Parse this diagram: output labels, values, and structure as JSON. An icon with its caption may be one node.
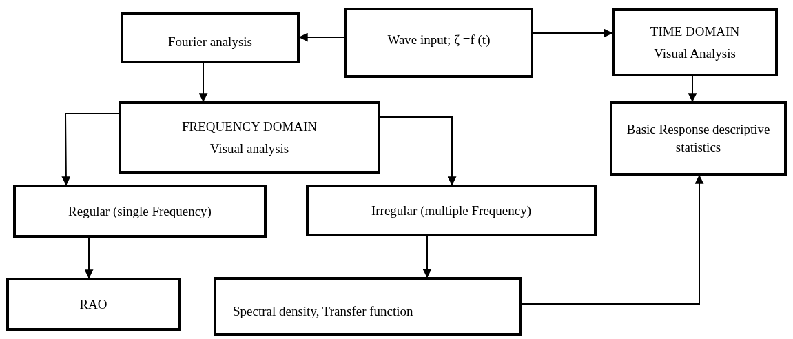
{
  "diagram": {
    "nodes": [
      {
        "text": [
          "Fourier analysis"
        ]
      },
      {
        "text": [
          "Wave input; ζ =f (t)"
        ]
      },
      {
        "text": [
          "TIME DOMAIN",
          "Visual Analysis"
        ]
      },
      {
        "text": [
          "FREQUENCY DOMAIN",
          "Visual analysis"
        ]
      },
      {
        "text": [
          "Basic Response descriptive statistics"
        ]
      },
      {
        "text": [
          "Regular (single Frequency)"
        ]
      },
      {
        "text": [
          "Irregular (multiple Frequency)"
        ]
      },
      {
        "text": [
          "RAO"
        ]
      },
      {
        "text": [
          "Spectral density, Transfer function"
        ]
      }
    ],
    "edges": [
      {
        "from": 1,
        "to": 0,
        "arrow": "to"
      },
      {
        "from": 1,
        "to": 2,
        "arrow": "to"
      },
      {
        "from": 0,
        "to": 3,
        "arrow": "to"
      },
      {
        "from": 2,
        "to": 4,
        "arrow": "to"
      },
      {
        "from": 3,
        "to": 5,
        "arrow": "to"
      },
      {
        "from": 3,
        "to": 6,
        "arrow": "to"
      },
      {
        "from": 5,
        "to": 7,
        "arrow": "to"
      },
      {
        "from": 6,
        "to": 8,
        "arrow": "to"
      },
      {
        "from": 8,
        "to": 4,
        "arrow": "to"
      }
    ]
  }
}
